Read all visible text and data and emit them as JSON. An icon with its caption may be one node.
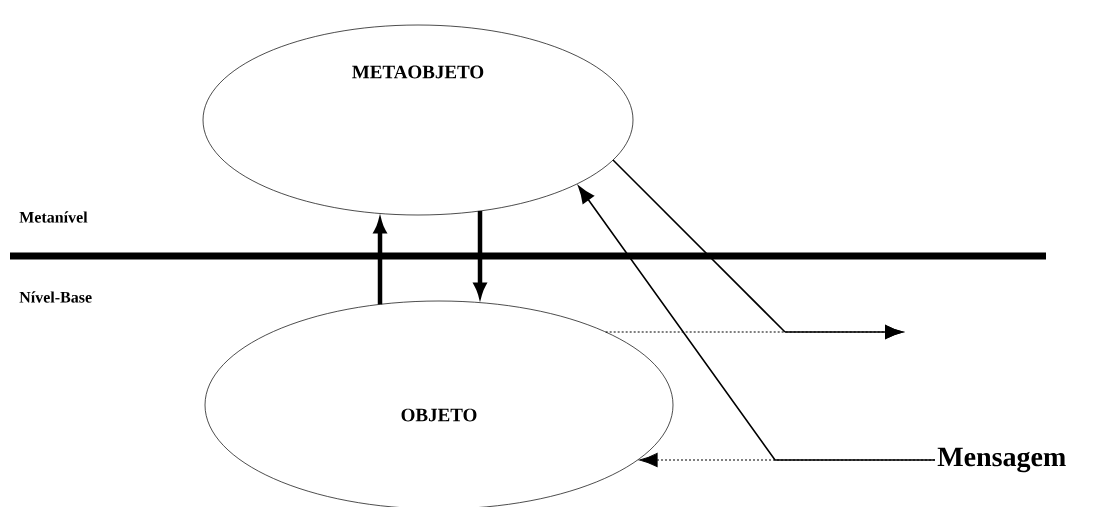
{
  "diagram": {
    "nodes": [
      {
        "text": [
          "METAOBJETO"
        ]
      },
      {
        "text": [
          "OBJETO"
        ]
      },
      {
        "text": [
          "Mensagem"
        ]
      }
    ],
    "edges": [
      {
        "from": 1,
        "to": 0,
        "arrow": "to",
        "style": "thick"
      },
      {
        "from": 0,
        "to": 1,
        "arrow": "to",
        "style": "thick"
      },
      {
        "from": 2,
        "to": 0,
        "arrow": "to"
      },
      {
        "from": 2,
        "to": 1,
        "arrow": "to",
        "style": "dashed"
      },
      {
        "from": 0,
        "to": null,
        "arrow": "to"
      },
      {
        "from": 1,
        "to": null,
        "arrow": "to",
        "style": "dashed"
      }
    ],
    "labels": [
      "Metanível",
      "Nível-Base"
    ]
  }
}
